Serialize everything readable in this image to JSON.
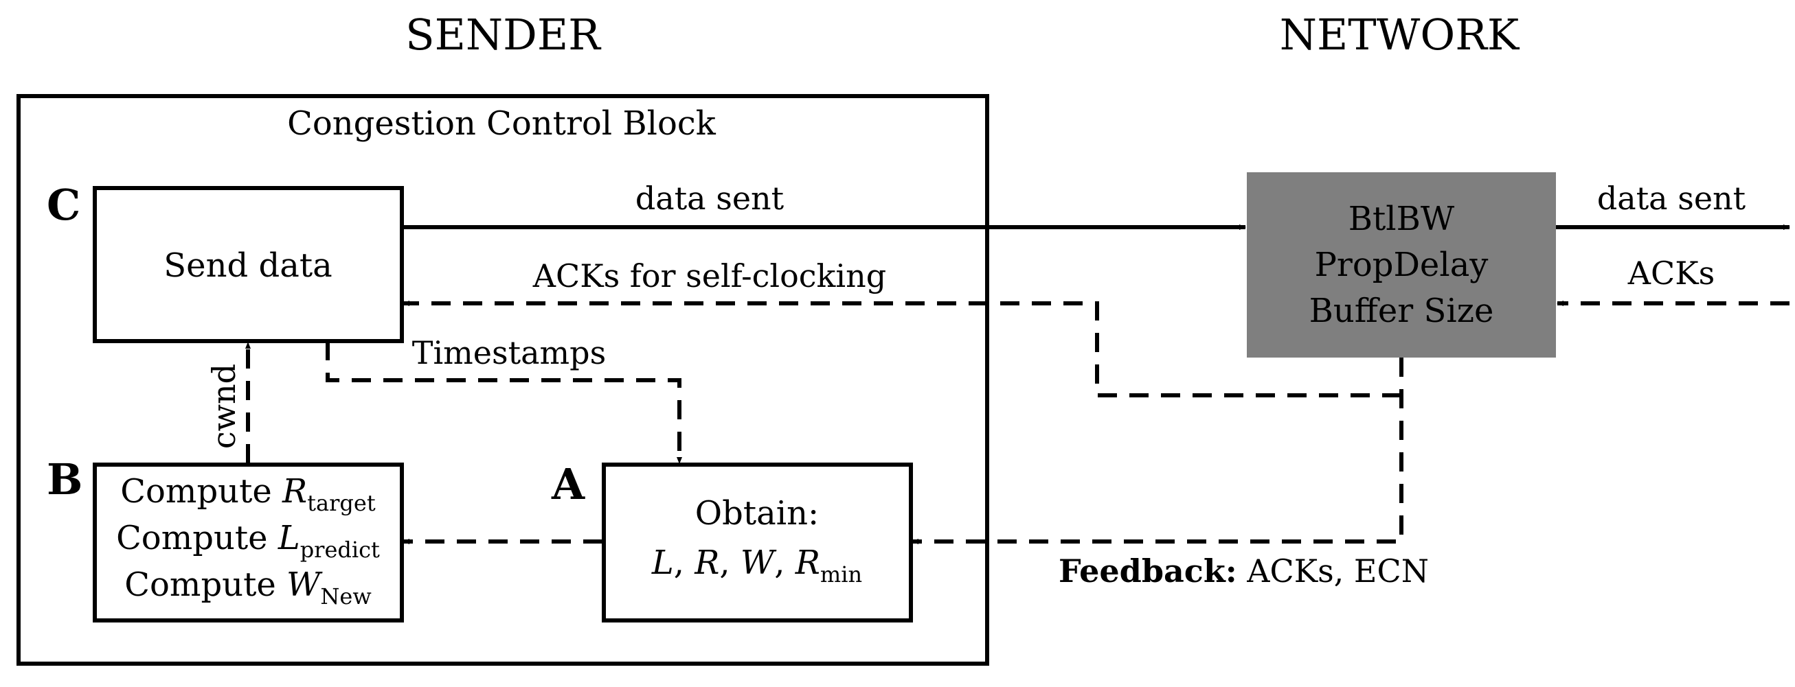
{
  "titles": {
    "sender": "SENDER",
    "network": "NETWORK"
  },
  "sender_block": {
    "title": "Congestion Control Block"
  },
  "block_c": {
    "letter": "C",
    "label": "Send data"
  },
  "block_b": {
    "letter": "B",
    "lines": [
      {
        "prefix": "Compute ",
        "var": "R",
        "sub": "target"
      },
      {
        "prefix": "Compute ",
        "var": "L",
        "sub": "predict"
      },
      {
        "prefix": "Compute ",
        "var": "W",
        "sub": "New"
      }
    ]
  },
  "block_a": {
    "letter": "A",
    "title": "Obtain:",
    "vars": {
      "l": "L",
      "r": "R",
      "w": "W",
      "rmin_var": "R",
      "rmin_sub": "min",
      "sep": ", "
    }
  },
  "network_box": {
    "lines": [
      "BtlBW",
      "PropDelay",
      "Buffer Size"
    ],
    "fill": "#7f7f7f"
  },
  "arrows": {
    "data_sent_left": "data sent",
    "acks_self_clocking": "ACKs for self-clocking",
    "timestamps": "Timestamps",
    "cwnd": "cwnd",
    "data_sent_right": "data sent",
    "acks_right": "ACKs",
    "feedback_bold": "Feedback:",
    "feedback_rest": " ACKs, ECN"
  }
}
